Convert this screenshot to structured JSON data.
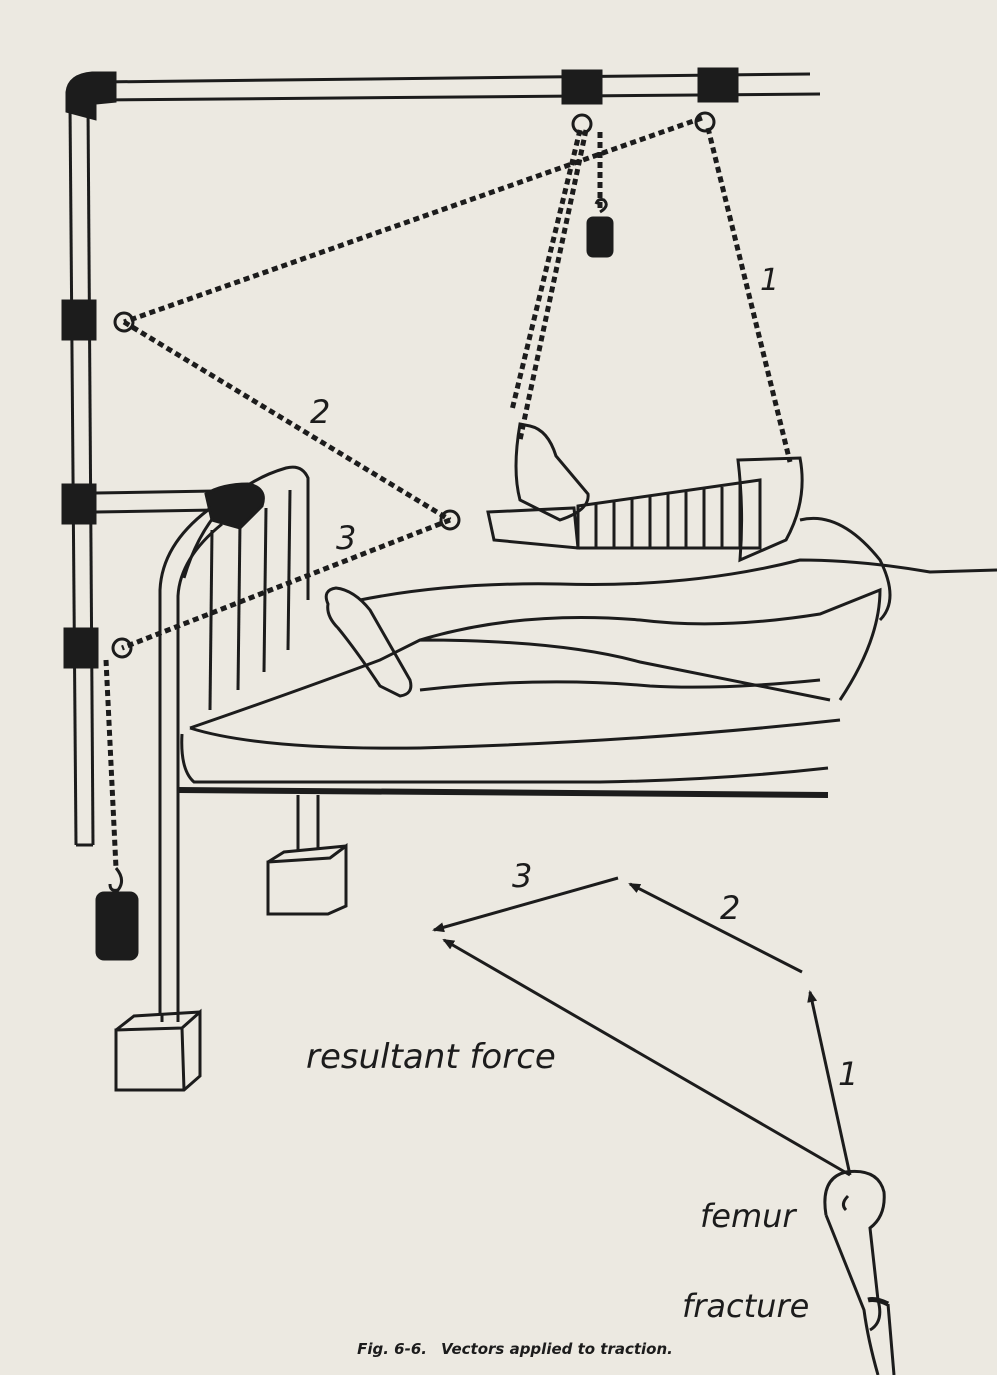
{
  "figure": {
    "caption_number": "Fig. 6-6.",
    "caption_text": "Vectors applied to traction."
  },
  "labels": {
    "rope_1": "1",
    "rope_2": "2",
    "rope_3": "3",
    "vector_1": "1",
    "vector_2": "2",
    "vector_3": "3",
    "resultant": "resultant force",
    "femur": "femur",
    "fracture": "fracture"
  },
  "colors": {
    "ink": "#1c1c1c",
    "paper": "#ece9e1"
  }
}
